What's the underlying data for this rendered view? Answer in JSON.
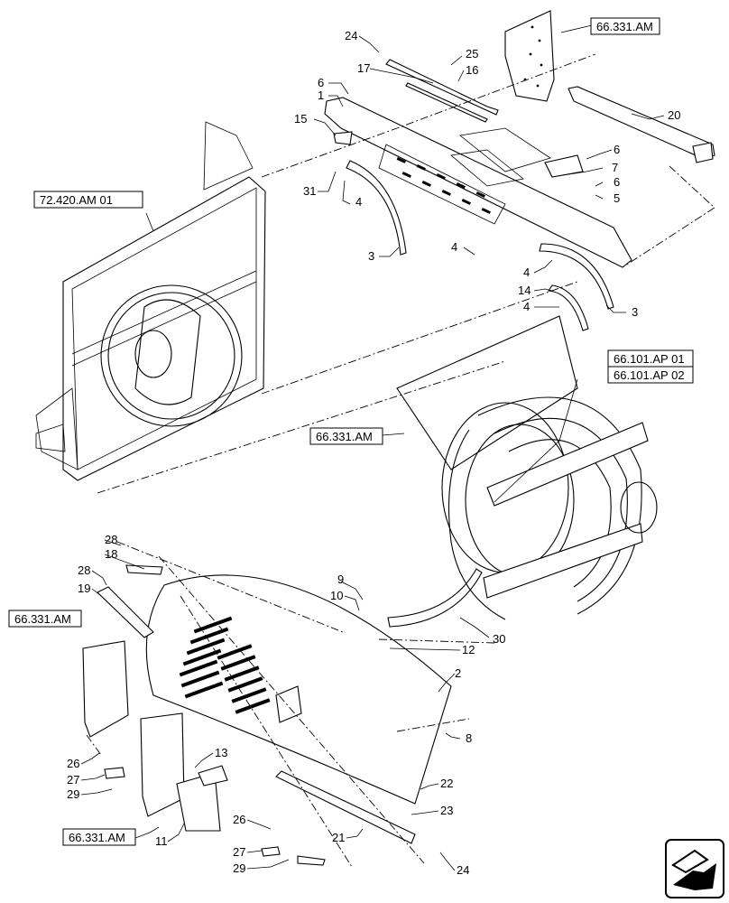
{
  "references": {
    "ref_top_right": "66.331.AM",
    "ref_left_frame": "72.420.AM 01",
    "ref_rotor_1": "66.101.AP 01",
    "ref_rotor_2": "66.101.AP 02",
    "ref_mid": "66.331.AM",
    "ref_left_side": "66.331.AM",
    "ref_bottom_left": "66.331.AM"
  },
  "callouts": {
    "c24a": "24",
    "c25": "25",
    "c17": "17",
    "c16": "16",
    "c6a": "6",
    "c1": "1",
    "c15": "15",
    "c31": "31",
    "c4a": "4",
    "c3a": "3",
    "c4b": "4",
    "c6b": "6",
    "c7": "7",
    "c6c": "6",
    "c5": "5",
    "c20": "20",
    "c4c": "4",
    "c14": "14",
    "c4d": "4",
    "c3b": "3",
    "c28a": "28",
    "c18": "18",
    "c28b": "28",
    "c19": "19",
    "c9": "9",
    "c10": "10",
    "c12": "12",
    "c2": "2",
    "c30": "30",
    "c8": "8",
    "c22": "22",
    "c23": "23",
    "c21": "21",
    "c24b": "24",
    "c26a": "26",
    "c27a": "27",
    "c29a": "29",
    "c13": "13",
    "c11": "11",
    "c26b": "26",
    "c27b": "27",
    "c29b": "29"
  },
  "nav_icon": "arrow-icon"
}
